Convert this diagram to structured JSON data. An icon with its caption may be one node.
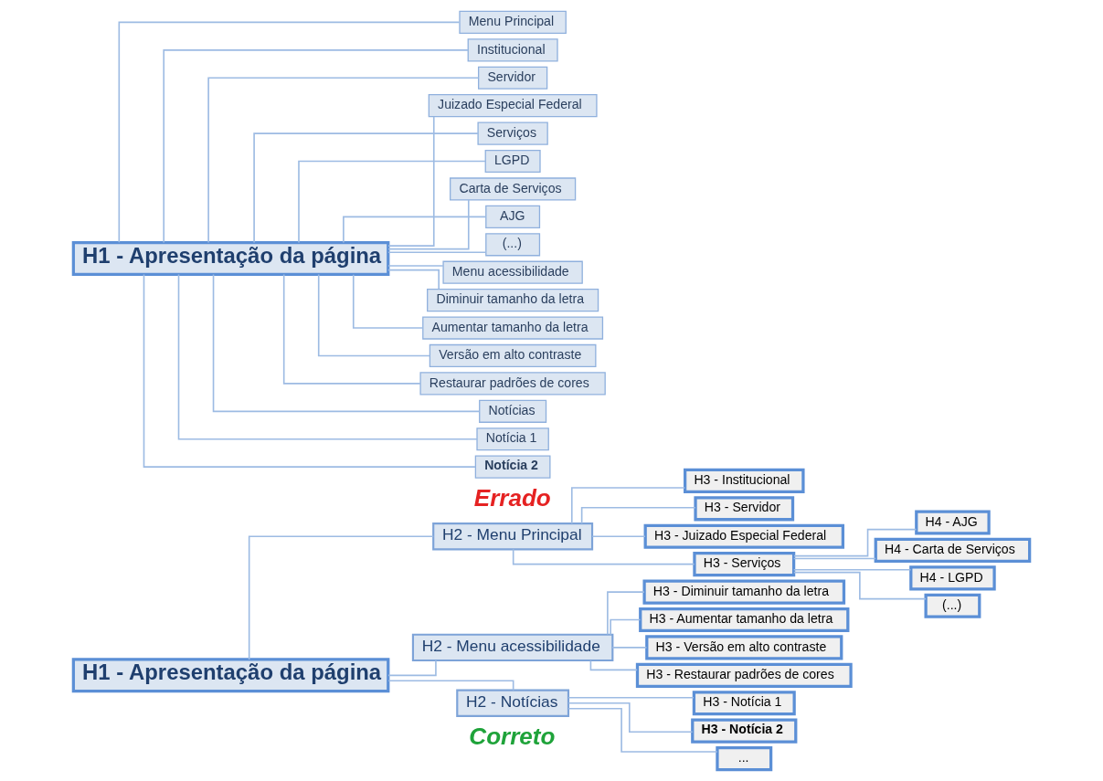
{
  "diagram": {
    "nodes": [
      {
        "text": [
          "H1 - Apresentação da página"
        ]
      },
      {
        "text": [
          "H2 - Menu Principal"
        ]
      },
      {
        "text": [
          "H3 - Institucional"
        ]
      },
      {
        "text": [
          "H3 - Servidor"
        ]
      },
      {
        "text": [
          "H3 - Juizado Especial Federal"
        ]
      },
      {
        "text": [
          "H3 - Serviços"
        ]
      },
      {
        "text": [
          "H4 - AJG"
        ]
      },
      {
        "text": [
          "H4 - Carta de Serviços"
        ]
      },
      {
        "text": [
          "H4 - LGPD"
        ]
      },
      {
        "text": [
          "(...)"
        ]
      },
      {
        "text": [
          "H2 - Menu acessibilidade"
        ]
      },
      {
        "text": [
          "H3 - Diminuir tamanho da letra"
        ]
      },
      {
        "text": [
          "H3 - Aumentar tamanho da letra"
        ]
      },
      {
        "text": [
          "H3 - Versão em alto contraste"
        ]
      },
      {
        "text": [
          "H3 - Restaurar padrões de cores"
        ]
      },
      {
        "text": [
          "H2 - Notícias"
        ]
      },
      {
        "text": [
          "H3 - Notícia 1"
        ]
      },
      {
        "text": [
          "H3 - Notícia 2"
        ]
      },
      {
        "text": [
          "..."
        ]
      },
      {
        "text": [
          "H1 - Apresentação da página"
        ]
      },
      {
        "text": [
          "Menu Principal"
        ]
      },
      {
        "text": [
          "Institucional"
        ]
      },
      {
        "text": [
          "Servidor"
        ]
      },
      {
        "text": [
          "Juizado Especial Federal"
        ]
      },
      {
        "text": [
          "Serviços"
        ]
      },
      {
        "text": [
          "LGPD"
        ]
      },
      {
        "text": [
          "Carta de Serviços"
        ]
      },
      {
        "text": [
          "AJG"
        ]
      },
      {
        "text": [
          "(...)"
        ]
      },
      {
        "text": [
          "Menu acessibilidade"
        ]
      },
      {
        "text": [
          "Diminuir tamanho da letra"
        ]
      },
      {
        "text": [
          "Aumentar tamanho da letra"
        ]
      },
      {
        "text": [
          "Versão em alto contraste"
        ]
      },
      {
        "text": [
          "Restaurar padrões de cores"
        ]
      },
      {
        "text": [
          "Notícias"
        ]
      },
      {
        "text": [
          "Notícia 1"
        ]
      },
      {
        "text": [
          "Notícia 2"
        ]
      }
    ],
    "edges": [
      {
        "from": 0,
        "to": 1,
        "arrow": "none"
      },
      {
        "from": 1,
        "to": 2,
        "arrow": "none"
      },
      {
        "from": 1,
        "to": 3,
        "arrow": "none"
      },
      {
        "from": 1,
        "to": 4,
        "arrow": "none"
      },
      {
        "from": 1,
        "to": 5,
        "arrow": "none"
      },
      {
        "from": 5,
        "to": 6,
        "arrow": "none"
      },
      {
        "from": 5,
        "to": 7,
        "arrow": "none"
      },
      {
        "from": 5,
        "to": 8,
        "arrow": "none"
      },
      {
        "from": 5,
        "to": 9,
        "arrow": "none"
      },
      {
        "from": 0,
        "to": 10,
        "arrow": "none"
      },
      {
        "from": 10,
        "to": 11,
        "arrow": "none"
      },
      {
        "from": 10,
        "to": 12,
        "arrow": "none"
      },
      {
        "from": 10,
        "to": 13,
        "arrow": "none"
      },
      {
        "from": 10,
        "to": 14,
        "arrow": "none"
      },
      {
        "from": 0,
        "to": 15,
        "arrow": "none"
      },
      {
        "from": 15,
        "to": 16,
        "arrow": "none"
      },
      {
        "from": 15,
        "to": 17,
        "arrow": "none"
      },
      {
        "from": 15,
        "to": 18,
        "arrow": "none"
      },
      {
        "from": 19,
        "to": 20,
        "arrow": "none"
      },
      {
        "from": 19,
        "to": 21,
        "arrow": "none"
      },
      {
        "from": 19,
        "to": 22,
        "arrow": "none"
      },
      {
        "from": 19,
        "to": 23,
        "arrow": "none"
      },
      {
        "from": 19,
        "to": 24,
        "arrow": "none"
      },
      {
        "from": 19,
        "to": 25,
        "arrow": "none"
      },
      {
        "from": 19,
        "to": 26,
        "arrow": "none"
      },
      {
        "from": 19,
        "to": 27,
        "arrow": "none"
      },
      {
        "from": 19,
        "to": 28,
        "arrow": "none"
      },
      {
        "from": 19,
        "to": 29,
        "arrow": "none"
      },
      {
        "from": 19,
        "to": 30,
        "arrow": "none"
      },
      {
        "from": 19,
        "to": 31,
        "arrow": "none"
      },
      {
        "from": 19,
        "to": 32,
        "arrow": "none"
      },
      {
        "from": 19,
        "to": 33,
        "arrow": "none"
      },
      {
        "from": 19,
        "to": 34,
        "arrow": "none"
      },
      {
        "from": 19,
        "to": 35,
        "arrow": "none"
      },
      {
        "from": 19,
        "to": 36,
        "arrow": "none"
      }
    ],
    "labels": [
      "Correto",
      "Errado"
    ]
  }
}
